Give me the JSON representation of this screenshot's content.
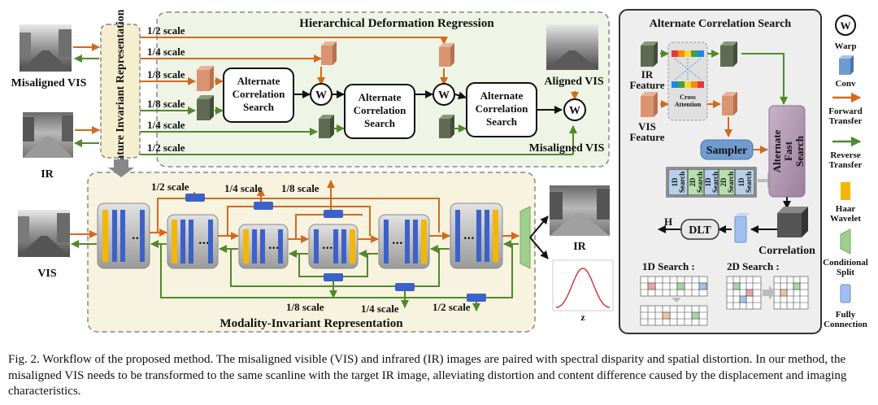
{
  "hdr": {
    "title": "Hierarchical Deformation Regression"
  },
  "mir": {
    "title": "Modality-Invariant Representation"
  },
  "fir": {
    "label": "Feature Invariant Representation"
  },
  "inputs": {
    "misaligned_vis": "Misaligned VIS",
    "ir": "IR",
    "vis": "VIS"
  },
  "scales": {
    "s12": "1/2 scale",
    "s14": "1/4 scale",
    "s18": "1/8 scale"
  },
  "acs_block": "Alternate Correlation Search",
  "outputs": {
    "aligned_vis": "Aligned VIS",
    "misaligned_vis": "Misaligned VIS",
    "ir": "IR",
    "z": "z"
  },
  "acs_panel": {
    "title": "Alternate Correlation Search",
    "ir_feature": "IR Feature",
    "vis_feature": "VIS Feature",
    "cross_attention": "Cross Attention",
    "sampler": "Sampler",
    "afs": "Alternate Fast Search",
    "search_1d": "1D Search",
    "search_2d": "2D Search",
    "correlation": "Correlation",
    "dlt": "DLT",
    "h": "H",
    "search_1d_title": "1D Search :",
    "search_2d_title": "2D Search :"
  },
  "legend": {
    "warp_symbol": "W",
    "warp": "Warp",
    "conv": "Conv",
    "forward": "Forward Transfer",
    "reverse": "Reverse Transfer",
    "haar": "Haar Wavelet",
    "split": "Conditional Split",
    "fc": "Fully Connection"
  },
  "colors": {
    "forward": "#d4691c",
    "reverse": "#4f8a2a",
    "haar": "#f2b705",
    "conv_orange": "#d99471",
    "conv_green": "#5e6b52",
    "block_blue": "#3c62c9",
    "sampler": "#6f9bd1",
    "afs": "#a98fa9"
  },
  "caption": {
    "fig": "Fig. 2.",
    "text": "Workflow of the proposed method. The misaligned visible (VIS) and infrared (IR) images are paired with spectral disparity and spatial distortion. In our method, the misaligned VIS needs to be transformed to the same scanline with the target IR image, alleviating distortion and content difference caused by the displacement and imaging characteristics."
  }
}
